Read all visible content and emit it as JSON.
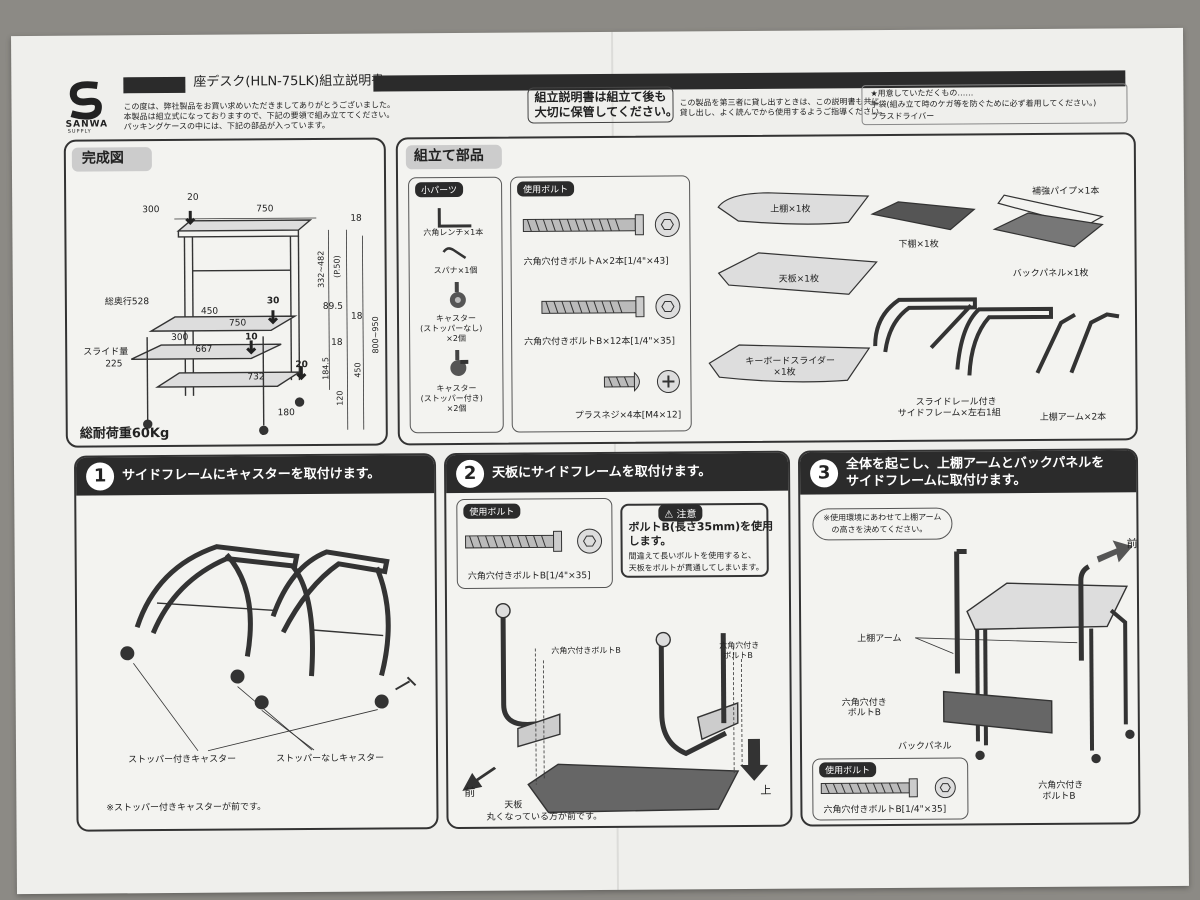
{
  "header": {
    "logo_text": "SANWA",
    "logo_sub": "SUPPLY",
    "doc_title": "座デスク(HLN-75LK)組立説明書",
    "intro_lines": [
      "この度は、弊社製品をお買い求めいただきましてありがとうございました。",
      "本製品は組立式になっておりますので、下記の要領で組み立ててください。",
      "パッキングケースの中には、下記の部品が入っています。"
    ],
    "keep_notice_1": "組立説明書は組立て後も",
    "keep_notice_2": "大切に保管してください。",
    "third_party_lines": [
      "この製品を第三者に貸し出すときは、この説明書も共に",
      "貸し出し、よく読んでから使用するようご指導ください。"
    ],
    "prepare_title": "★用意していただくもの……",
    "prepare_line1": "手袋(組み立て時のケガ等を防ぐために必ず着用してください。)",
    "prepare_line2": "プラスドライバー"
  },
  "completed": {
    "title": "完成図",
    "load": "総耐荷重60Kg",
    "dims": {
      "d20a": "20",
      "d300": "300",
      "d750a": "750",
      "d18a": "18",
      "d332": "332~482",
      "d332b": "(P.50)",
      "depth": "総奥行528",
      "d30": "30",
      "d450a": "450",
      "d895": "89.5",
      "d18b": "18",
      "d750b": "750",
      "d300b": "300",
      "d10": "10",
      "d667": "667",
      "d18c": "18",
      "slide": "スライド量",
      "slide_val": "225",
      "d20b": "20",
      "d732": "732",
      "d1845": "184.5",
      "d120": "120",
      "d180": "180",
      "d450b": "450",
      "d800": "800~950"
    }
  },
  "parts": {
    "title": "組立て部品",
    "small_parts_label": "小パーツ",
    "bolts_label": "使用ボルト",
    "small_parts": [
      "六角レンチ×1本",
      "スパナ×1個",
      "キャスター",
      "(ストッパーなし)",
      "×2個",
      "キャスター",
      "(ストッパー付き)",
      "×2個"
    ],
    "bolts": [
      "六角穴付きボルトA×2本[1/4\"×43]",
      "六角穴付きボルトB×12本[1/4\"×35]",
      "プラスネジ×4本[M4×12]"
    ],
    "panels": {
      "upper_shelf": "上棚×1枚",
      "top_board": "天板×1枚",
      "keyboard_slider_1": "キーボードスライダー",
      "keyboard_slider_2": "×1枚",
      "lower_shelf": "下棚×1枚",
      "pipe": "補強パイプ×1本",
      "back_panel": "バックパネル×1枚",
      "side_frame_1": "スライドレール付き",
      "side_frame_2": "サイドフレーム×左右1組",
      "upper_arm": "上棚アーム×2本"
    }
  },
  "step1": {
    "num": "1",
    "title": "サイドフレームにキャスターを取付けます。",
    "label_stopper": "ストッパー付きキャスター",
    "label_nostopper": "ストッパーなしキャスター",
    "note": "※ストッパー付きキャスターが前です。"
  },
  "step2": {
    "num": "2",
    "title": "天板にサイドフレームを取付けます。",
    "bolts_label": "使用ボルト",
    "bolt_name": "六角穴付きボルトB[1/4\"×35]",
    "caution_title": "注意",
    "caution_1": "ボルトB(長さ35mm)を使用",
    "caution_2": "します。",
    "caution_3": "間違えて長いボルトを使用すると、",
    "caution_4": "天板をボルトが貫通してしまいます。",
    "bolt_b_1": "六角穴付きボルトB",
    "bolt_b_2a": "六角穴付き",
    "bolt_b_2b": "ボルトB",
    "front": "前",
    "up": "上",
    "top_board": "天板",
    "rounded_note": "丸くなっている方が前です。"
  },
  "step3": {
    "num": "3",
    "title_1": "全体を起こし、上棚アームとバックパネルを",
    "title_2": "サイドフレームに取付けます。",
    "note_1": "※使用環境にあわせて上棚アーム",
    "note_2": "の高さを決めてください。",
    "front": "前",
    "upper_arm": "上棚アーム",
    "bolt_left_1": "六角穴付き",
    "bolt_left_2": "ボルトB",
    "back_panel": "バックパネル",
    "bolt_right_1": "六角穴付き",
    "bolt_right_2": "ボルトB",
    "bolts_label": "使用ボルト",
    "bolt_name": "六角穴付きボルトB[1/4\"×35]"
  }
}
